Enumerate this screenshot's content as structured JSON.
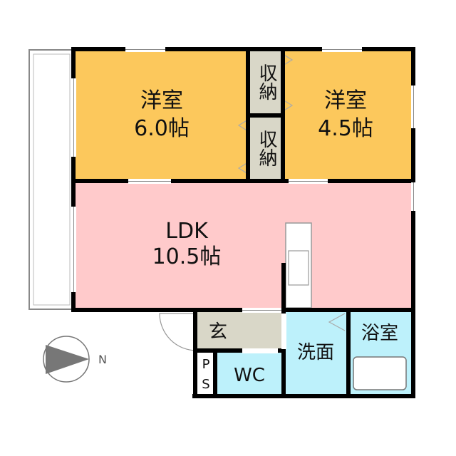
{
  "rooms": {
    "bedroom_left": {
      "name": "洋室",
      "size": "6.0帖"
    },
    "bedroom_right": {
      "name": "洋室",
      "size": "4.5帖"
    },
    "closet_upper": {
      "name": "収納"
    },
    "closet_lower": {
      "name": "収納"
    },
    "ldk": {
      "name": "LDK",
      "size": "10.5帖"
    },
    "entrance": {
      "name": "玄"
    },
    "washroom": {
      "name": "洗面"
    },
    "bathroom": {
      "name": "浴室"
    },
    "toilet": {
      "name": "WC"
    },
    "pipe_space": {
      "line1": "P",
      "line2": "S"
    }
  },
  "compass": {
    "label": "N",
    "icon": "compass-icon"
  },
  "colors": {
    "bedroom": "#FCC85C",
    "ldk": "#FFCACB",
    "closet": "#D9D7C8",
    "entrance": "#D9D7C8",
    "wet_area": "#BDF1FB",
    "wall": "#000000",
    "balcony": "#ffffff"
  }
}
